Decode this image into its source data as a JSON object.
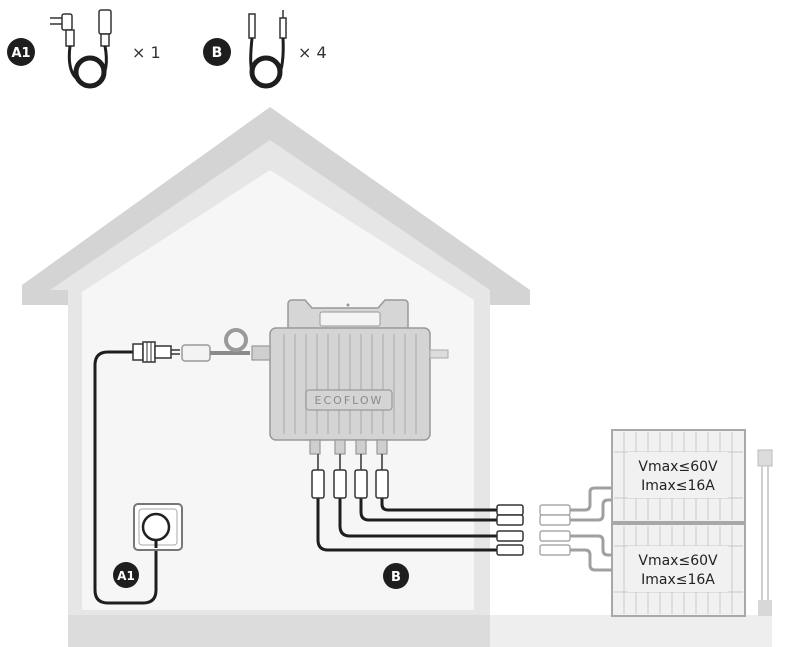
{
  "legend": {
    "a1": {
      "badge": "A1",
      "quantity": "× 1"
    },
    "b": {
      "badge": "B",
      "quantity": "× 4"
    }
  },
  "device": {
    "brand": "ECOFLOW"
  },
  "panels": [
    {
      "vmax": "Vmax≤60V",
      "imax": "Imax≤16A"
    },
    {
      "vmax": "Vmax≤60V",
      "imax": "Imax≤16A"
    }
  ],
  "labels": {
    "a1": "A1",
    "b": "B"
  },
  "colors": {
    "house_roof": "#d4d4d4",
    "house_wall": "#e7e7e7",
    "house_interior": "#f6f6f6",
    "cable": "#1e1e1e",
    "panel_cable": "#a0a0a0",
    "badge": "#1e1e1e"
  }
}
